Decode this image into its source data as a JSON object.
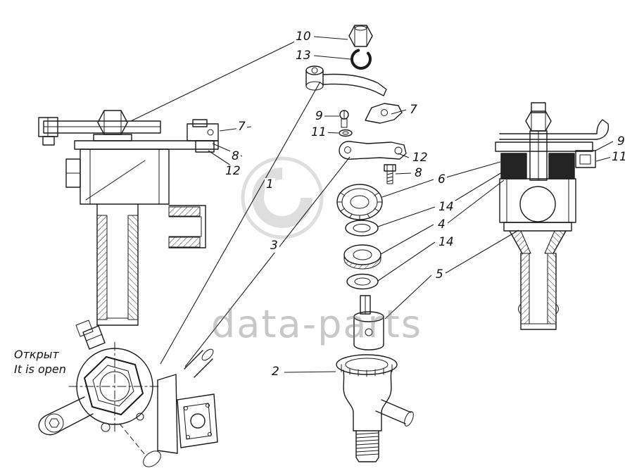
{
  "watermark": {
    "text": "data-parts"
  },
  "captions": {
    "open_ru": "Открыт",
    "open_en": "It is open"
  },
  "callouts": {
    "n10": "10",
    "n13": "13",
    "n7_left": "7",
    "n8_left": "8",
    "n12_left": "12",
    "n9_center": "9",
    "n11_center": "11",
    "n7_center": "7",
    "n12_center": "12",
    "n8_center": "8",
    "n6": "6",
    "n14_upper": "14",
    "n4": "4",
    "n14_lower": "14",
    "n5": "5",
    "n1": "1",
    "n3": "3",
    "n2": "2",
    "n9_right": "9",
    "n11_right": "11"
  },
  "colors": {
    "line": "#1b1b1b",
    "background": "#ffffff",
    "watermark_gray": "#7d7d7d"
  }
}
